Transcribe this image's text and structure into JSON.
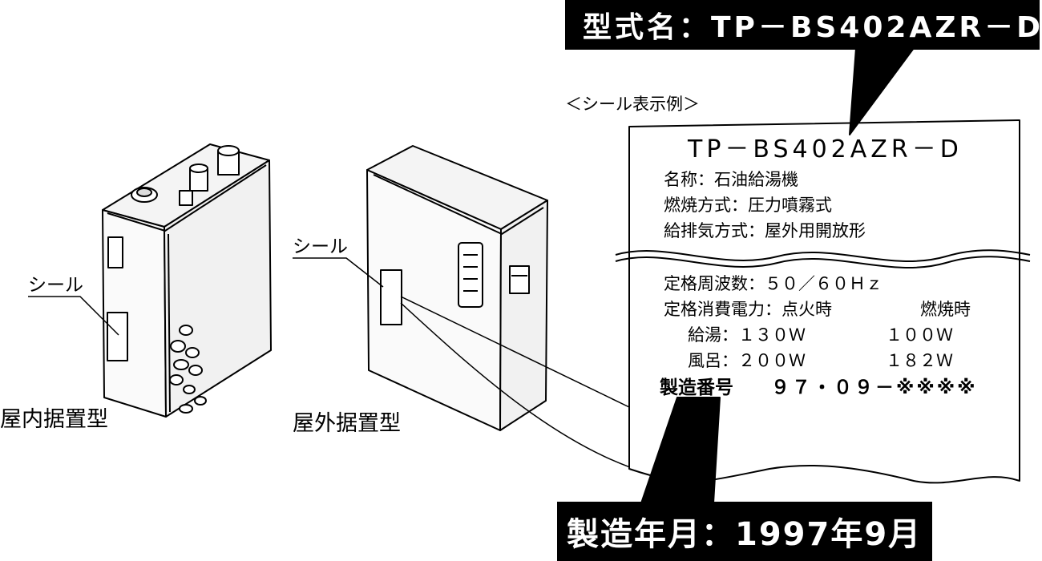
{
  "callouts": {
    "model": "型式名：TP－BS402AZR－D",
    "manufacture_date": "製造年月：1997年9月"
  },
  "indoor": {
    "seal_label": "シール",
    "caption": "屋内据置型"
  },
  "outdoor": {
    "seal_label": "シール",
    "caption": "屋外据置型"
  },
  "seal_example": {
    "heading": "＜シール表示例＞",
    "model": "TP－BS402AZR－D",
    "name_line": "名称：石油給湯機",
    "combustion_line": "燃焼方式：圧力噴霧式",
    "exhaust_line": "給排気方式：屋外用開放形",
    "frequency_line": "定格周波数：５０／６０Ｈｚ",
    "power_header": "定格消費電力：点火時",
    "power_header_right": "燃焼時",
    "hot_water_label": "給湯：１３０Ｗ",
    "hot_water_burn": "１００Ｗ",
    "bath_label": "風呂：２００Ｗ",
    "bath_burn": "１８２Ｗ",
    "serial_label": "製造番号",
    "serial_value": "９７・０９－※※※※"
  }
}
